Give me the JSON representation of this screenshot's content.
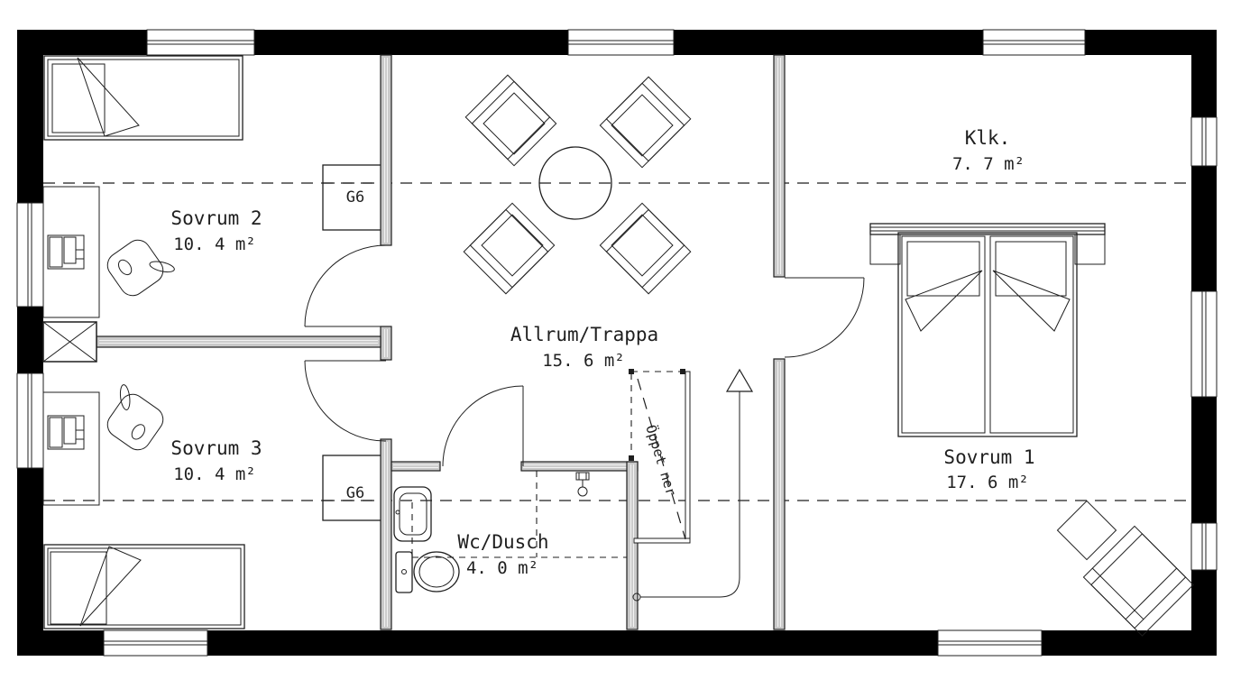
{
  "drawing": {
    "type": "floor-plan",
    "rooms": {
      "sovrum2": {
        "name": "Sovrum 2",
        "area": "10. 4 m²"
      },
      "sovrum3": {
        "name": "Sovrum 3",
        "area": "10. 4 m²"
      },
      "allrum": {
        "name": "Allrum/Trappa",
        "area": "15. 6 m²"
      },
      "wc": {
        "name": "Wc/Dusch",
        "area": "4. 0 m²"
      },
      "klk": {
        "name": "Klk.",
        "area": "7. 7 m²"
      },
      "sovrum1": {
        "name": "Sovrum 1",
        "area": "17. 6 m²"
      }
    },
    "annotations": {
      "wardrobe_label": "G6",
      "stair_note": "Öppet ner"
    },
    "symbols": [
      "single-bed",
      "double-bed",
      "pillow",
      "desk",
      "desk-chair",
      "armchair",
      "round-table",
      "side-table",
      "toilet",
      "sink",
      "shower",
      "stairs-walk-arrow",
      "railing",
      "chimney-shaft",
      "window",
      "door-swing"
    ],
    "colors": {
      "background": "#ffffff",
      "line": "#1f1f1f",
      "exterior_wall": "#000000",
      "interior_wall_fill": "#c9c9c9"
    }
  }
}
